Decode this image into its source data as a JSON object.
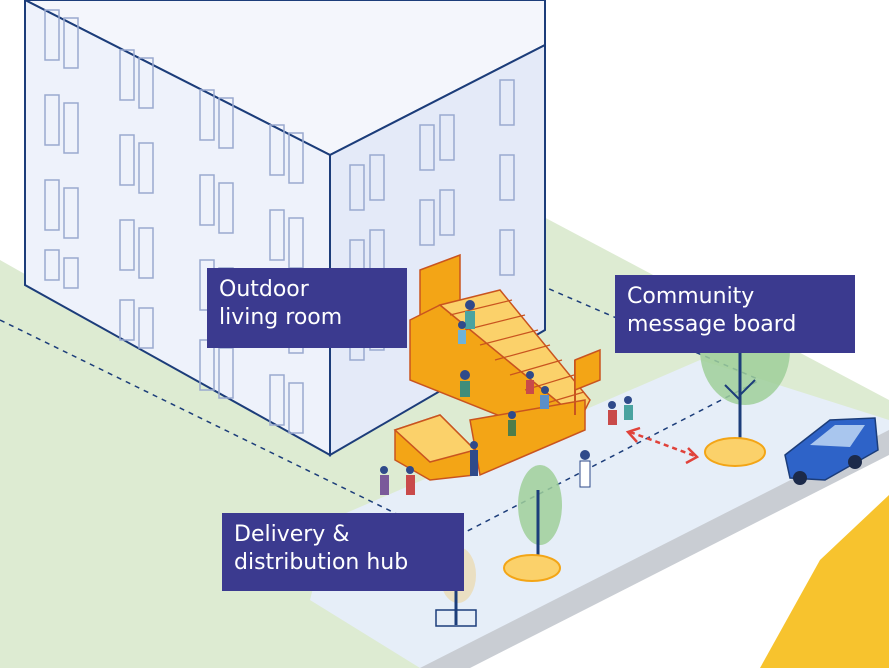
{
  "labels": {
    "outdoor": {
      "line1": "Outdoor",
      "line2": "living room"
    },
    "community": {
      "line1": "Community",
      "line2": "message board"
    },
    "delivery": {
      "line1": "Delivery &",
      "line2": "distribution hub"
    }
  },
  "colors": {
    "label_bg": "#3b3a8f",
    "building_outline": "#1c3d7a",
    "building_fill": "#eef2fb",
    "lawn": "#ddebd2",
    "sidewalk": "#e6eef8",
    "stair_orange": "#f3a516",
    "stair_light": "#fbd16a",
    "tree": "#9fcf9a",
    "car": "#2e63c8",
    "accent_yellow": "#f7c32e",
    "arrow_red": "#e0423a"
  }
}
